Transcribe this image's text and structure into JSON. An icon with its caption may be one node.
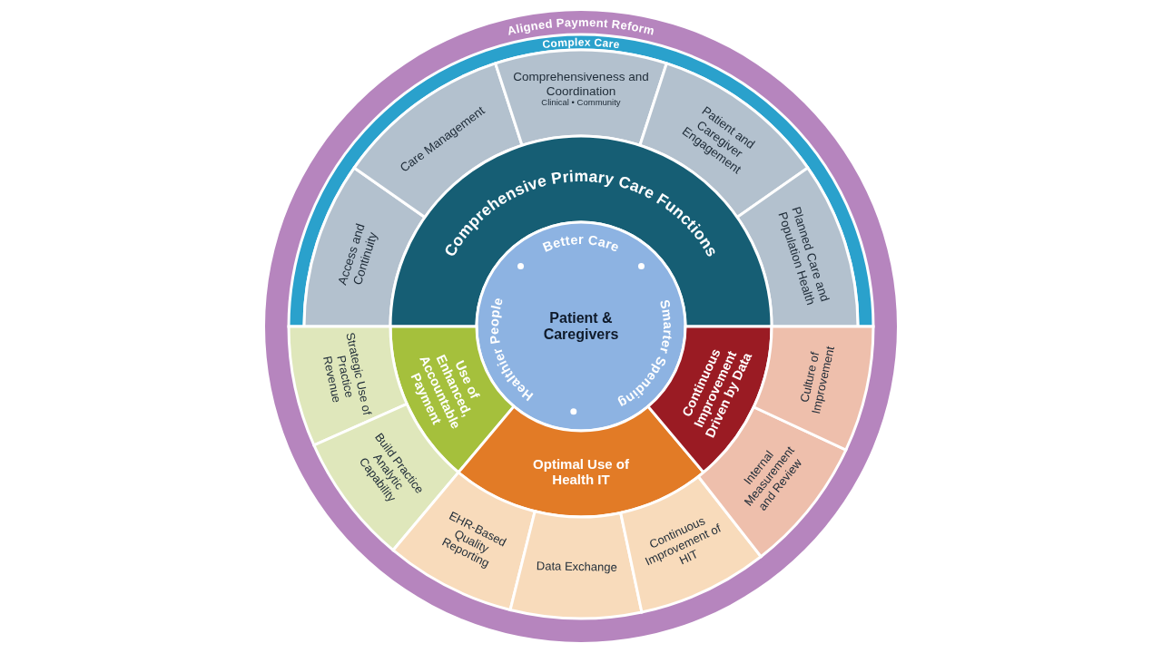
{
  "diagram": {
    "nodes": [
      {
        "text": [
          "Aligned Payment Reform"
        ]
      },
      {
        "text": [
          "Complex Care"
        ],
        "in": 0
      },
      {
        "text": [
          "Access and Continuity"
        ],
        "in": 0
      },
      {
        "text": [
          "Care Management"
        ],
        "in": 0
      },
      {
        "text": [
          "Comprehensiveness and Coordination",
          "Clinical • Community"
        ],
        "in": 0
      },
      {
        "text": [
          "Patient and Caregiver Engagement"
        ],
        "in": 0
      },
      {
        "text": [
          "Planned Care and Population Health"
        ],
        "in": 0
      },
      {
        "text": [
          "Comprehensive Primary Care Functions"
        ],
        "in": 0
      },
      {
        "text": [
          "Better Care",
          "Healthier People",
          "Patient & Caregivers",
          "Smarter Spending"
        ],
        "in": 0
      },
      {
        "text": [
          "Use of Enhanced, Accountable Payment"
        ],
        "in": 0
      },
      {
        "text": [
          "Optimal Use of Health IT"
        ],
        "in": 0
      },
      {
        "text": [
          "Continuous Improvement Driven by Data"
        ],
        "in": 0
      },
      {
        "text": [
          "Strategic Use of Practice Revenue"
        ],
        "in": 0
      },
      {
        "text": [
          "Build Practice Analytic Capability"
        ],
        "in": 0
      },
      {
        "text": [
          "EHR-Based Quality Reporting"
        ],
        "in": 0
      },
      {
        "text": [
          "Data Exchange"
        ],
        "in": 0
      },
      {
        "text": [
          "Continuous Improvement of HIT"
        ],
        "in": 0
      },
      {
        "text": [
          "Internal Measurement and Review"
        ],
        "in": 0
      },
      {
        "text": [
          "Culture of Improvement"
        ],
        "in": 0
      }
    ]
  }
}
